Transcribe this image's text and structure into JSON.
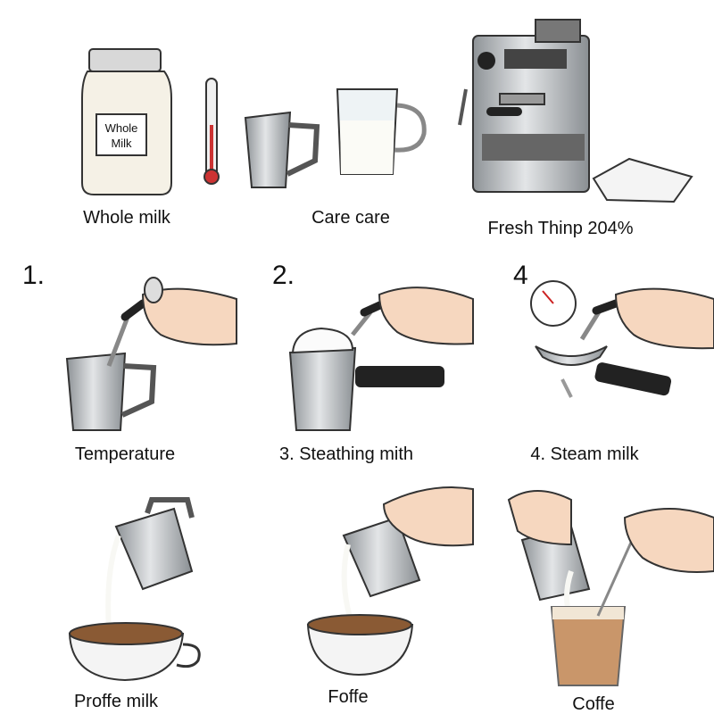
{
  "row1": {
    "jar_label": [
      "Whole",
      "Milk"
    ],
    "labels": [
      "Whole milk",
      "Care care",
      "Fresh Thinp 204%"
    ]
  },
  "row2": {
    "numbers": [
      "1.",
      "2.",
      "4"
    ],
    "labels": [
      "Temperature",
      "3. Steathing mith",
      "4. Steam milk"
    ]
  },
  "row3": {
    "labels": [
      "Proffe milk",
      "Foffe",
      "Coffe"
    ]
  },
  "colors": {
    "steel": "#b8bcc0",
    "milk": "#f7f5ee",
    "coffee": "#8a5a34",
    "skin": "#f6d7bf",
    "handle": "#222222"
  }
}
